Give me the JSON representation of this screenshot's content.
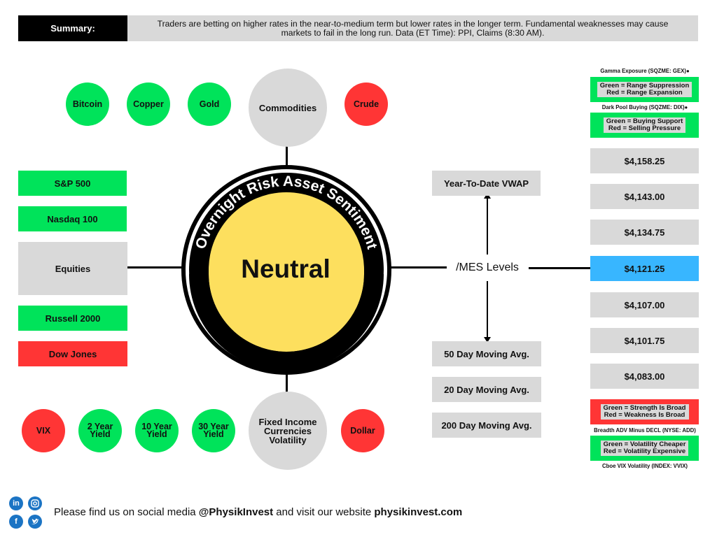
{
  "summary": {
    "label": "Summary:",
    "text": "Traders are betting on higher rates in the near-to-medium term but lower rates in the longer term. Fundamental weaknesses may cause markets to fail in the long run. Data (ET Time): PPI, Claims (8:30 AM)."
  },
  "center": {
    "arc_title": "Overnight Risk Asset Sentiment",
    "sentiment": "Neutral"
  },
  "commodities": {
    "hub": "Commodities",
    "items": [
      {
        "label": "Bitcoin",
        "status": "green"
      },
      {
        "label": "Copper",
        "status": "green"
      },
      {
        "label": "Gold",
        "status": "green"
      },
      {
        "label": "Crude",
        "status": "red"
      }
    ]
  },
  "equities": {
    "hub": "Equities",
    "items": [
      {
        "label": "S&P 500",
        "status": "green"
      },
      {
        "label": "Nasdaq 100",
        "status": "green"
      },
      {
        "label": "Russell 2000",
        "status": "green"
      },
      {
        "label": "Dow Jones",
        "status": "red"
      }
    ]
  },
  "fixed_income": {
    "hub_lines": [
      "Fixed Income",
      "Currencies",
      "Volatility"
    ],
    "items": [
      {
        "lines": [
          "VIX"
        ],
        "status": "red"
      },
      {
        "lines": [
          "2 Year",
          "Yield"
        ],
        "status": "green"
      },
      {
        "lines": [
          "10 Year",
          "Yield"
        ],
        "status": "green"
      },
      {
        "lines": [
          "30 Year",
          "Yield"
        ],
        "status": "green"
      },
      {
        "lines": [
          "Dollar"
        ],
        "status": "red"
      }
    ]
  },
  "mes": {
    "label": "/MES Levels",
    "vwap": "Year-To-Date VWAP",
    "moving_averages": [
      "50 Day Moving Avg.",
      "20 Day Moving Avg.",
      "200 Day Moving Avg."
    ],
    "levels": [
      {
        "value": "$4,158.25",
        "status": "gray"
      },
      {
        "value": "$4,143.00",
        "status": "gray"
      },
      {
        "value": "$4,134.75",
        "status": "gray"
      },
      {
        "value": "$4,121.25",
        "status": "blue"
      },
      {
        "value": "$4,107.00",
        "status": "gray"
      },
      {
        "value": "$4,101.75",
        "status": "gray"
      },
      {
        "value": "$4,083.00",
        "status": "gray"
      }
    ]
  },
  "indicators": {
    "gex": {
      "title": "Gamma Exposure (SQZME: GEX)",
      "line1": "Green = Range Suppression",
      "line2": "Red = Range Expansion",
      "status": "green"
    },
    "dix": {
      "title": "Dark Pool Buying (SQZME: DIX)",
      "line1": "Green = Buying Support",
      "line2": "Red = Selling Pressure",
      "status": "green"
    },
    "add": {
      "line1": "Green = Strength Is Broad",
      "line2": "Red = Weakness Is Broad",
      "title": "Breadth ADV Minus DECL (NYSE: ADD)",
      "status": "red"
    },
    "vvix": {
      "line1": "Green = Volatility Cheaper",
      "line2": "Red = Volatility Expensive",
      "title": "Cboe VIX Volatility (INDEX: VVIX)",
      "status": "green"
    }
  },
  "footer": {
    "text_before": "Please find us on social media ",
    "handle": "@PhysikInvest",
    "text_middle": " and visit our website ",
    "website": "physikinvest.com",
    "social_icons": [
      "linkedin-icon",
      "instagram-icon",
      "facebook-icon",
      "twitter-icon"
    ]
  },
  "colors": {
    "green": "#00e35a",
    "red": "#ff3535",
    "gray": "#d9d9d9",
    "blue": "#38b6ff",
    "sentiment_fill": "#fddf5e",
    "social": "#1b74c4"
  }
}
